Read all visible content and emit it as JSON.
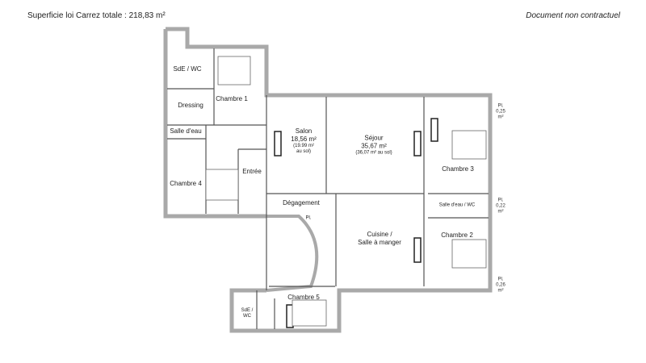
{
  "header": {
    "total_area_label": "Superficie loi Carrez totale :",
    "total_area_value": "218,83 m²",
    "disclaimer": "Document non contractuel"
  },
  "rooms": {
    "sde_wc_1": "SdE / WC",
    "chambre1": "Chambre 1",
    "dressing": "Dressing",
    "salle_deau": "Salle d'eau",
    "chambre4": "Chambre 4",
    "entree": "Entrée",
    "salon": {
      "name": "Salon",
      "area": "18,56 m²",
      "floor_1": "(19.99 m²",
      "floor_2": "au sol)"
    },
    "sejour": {
      "name": "Séjour",
      "area": "35,67 m²",
      "floor": "(36,07 m² au sol)"
    },
    "chambre3": "Chambre 3",
    "salle_deau_wc": "Salle d'eau / WC",
    "chambre2": "Chambre 2",
    "degagement": "Dégagement",
    "placard_small": "Pl.",
    "cuisine_1": "Cuisine /",
    "cuisine_2": "Salle à manger",
    "chambre5": "Chambre 5",
    "sde_wc_5_1": "SdE /",
    "sde_wc_5_2": "WC"
  },
  "placards": [
    {
      "label": "Pl.",
      "area": "0,25",
      "unit": "m²"
    },
    {
      "label": "Pl.",
      "area": "0,22",
      "unit": "m²"
    },
    {
      "label": "Pl.",
      "area": "0,26",
      "unit": "m²"
    }
  ],
  "colors": {
    "wall": "#a9a9a9",
    "line": "#555555"
  }
}
